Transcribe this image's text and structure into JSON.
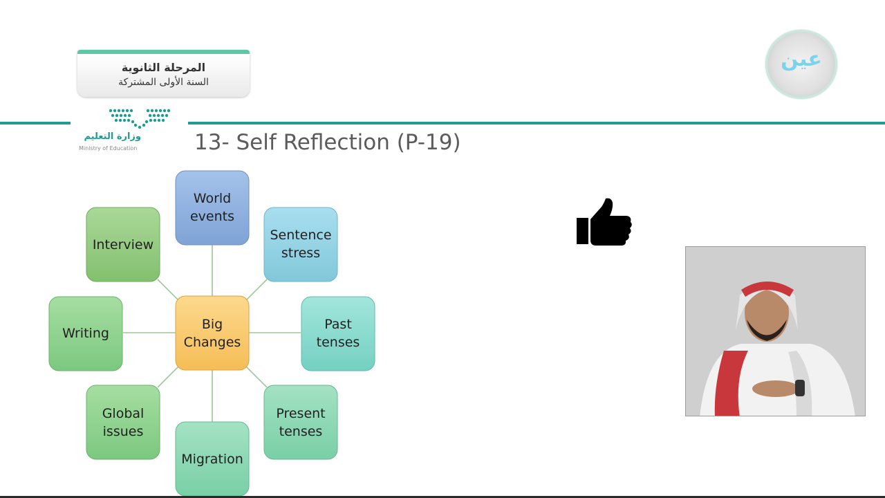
{
  "header": {
    "stage_title": "المرحلة الثانوية",
    "stage_subtitle": "السنة الأولى المشتركة",
    "ministry_name_ar": "وزارة التعليم",
    "ministry_name_en": "Ministry of Education",
    "channel_logo_text": "عين"
  },
  "slide": {
    "title": "13- Self Reflection (P-19)"
  },
  "diagram": {
    "center": {
      "line1": "Big",
      "line2": "Changes"
    },
    "nodes": [
      {
        "id": "world-events",
        "line1": "World",
        "line2": "events"
      },
      {
        "id": "sentence-stress",
        "line1": "Sentence",
        "line2": "stress"
      },
      {
        "id": "past-tenses",
        "line1": "Past",
        "line2": "tenses"
      },
      {
        "id": "present-tenses",
        "line1": "Present",
        "line2": "tenses"
      },
      {
        "id": "migration",
        "line1": "Migration",
        "line2": ""
      },
      {
        "id": "global-issues",
        "line1": "Global",
        "line2": "issues"
      },
      {
        "id": "writing",
        "line1": "Writing",
        "line2": ""
      },
      {
        "id": "interview",
        "line1": "Interview",
        "line2": ""
      }
    ]
  },
  "icons": {
    "thumb": "thumbs-up-icon",
    "video": "sign-language-interpreter-video"
  },
  "colors": {
    "accent_line": "#1e9c93",
    "center_node": "#f8c565",
    "blue_node": "#8fb1df",
    "cyan_node": "#8ed3dd",
    "teal_node": "#7fd6c6",
    "green_node": "#8dd2a4",
    "lime_node": "#8fcb7c"
  }
}
